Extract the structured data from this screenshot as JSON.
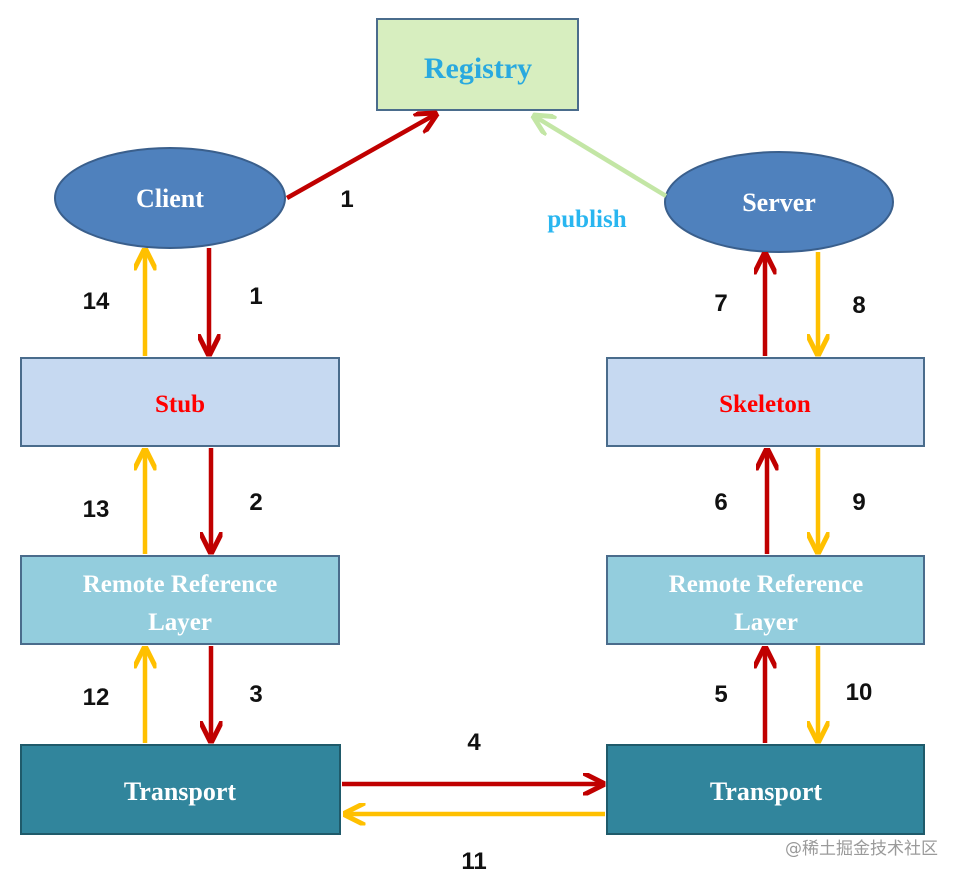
{
  "nodes": {
    "registry": "Registry",
    "client": "Client",
    "server": "Server",
    "stub": "Stub",
    "skeleton": "Skeleton",
    "rrl_left_line1": "Remote Reference",
    "rrl_left_line2": "Layer",
    "rrl_right_line1": "Remote Reference",
    "rrl_right_line2": "Layer",
    "transport_left": "Transport",
    "transport_right": "Transport"
  },
  "labels": {
    "publish": "publish",
    "client_registry": "1",
    "client_stub": "1",
    "stub_rrl": "2",
    "rrl_transport": "3",
    "transport_forward": "4",
    "transport_rrl_server": "5",
    "rrl_skeleton": "6",
    "skeleton_server": "7",
    "server_skeleton": "8",
    "skeleton_rrl": "9",
    "rrl_transport_server": "10",
    "transport_back": "11",
    "transport_rrl_client": "12",
    "rrl_stub": "13",
    "stub_client": "14"
  },
  "watermark": "@稀土掘金技术社区",
  "colors": {
    "request_arrow": "#c00000",
    "response_arrow": "#ffc000",
    "publish_arrow": "#c3e6a5",
    "registry_fill": "#d7eebf",
    "registry_text": "#29a9df",
    "ellipse_fill": "#4f81bd",
    "stub_fill": "#c6d9f1",
    "stub_text": "#ff0000",
    "rrl_fill": "#93cddd",
    "transport_fill": "#31859c",
    "publish_text": "#29b6f0"
  }
}
